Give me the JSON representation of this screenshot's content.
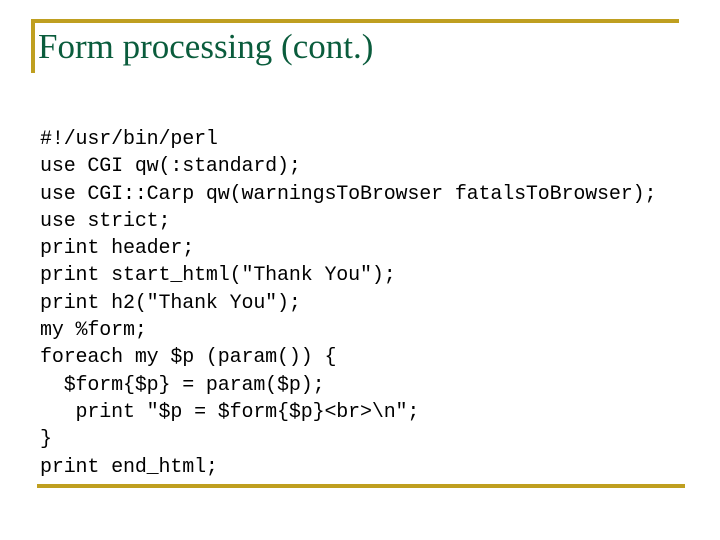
{
  "slide": {
    "title": "Form processing (cont.)",
    "accent_color": "#bf9f20",
    "title_color": "#0a5c3c",
    "code_color": "#000000",
    "background_color": "#ffffff"
  },
  "code": {
    "language": "perl",
    "lines": [
      "#!/usr/bin/perl",
      "use CGI qw(:standard);",
      "use CGI::Carp qw(warningsToBrowser fatalsToBrowser);",
      "use strict;",
      "print header;",
      "print start_html(\"Thank You\");",
      "print h2(\"Thank You\");",
      "my %form;",
      "foreach my $p (param()) {",
      "  $form{$p} = param($p);",
      "   print \"$p = $form{$p}<br>\\n\";",
      "}",
      "print end_html;"
    ]
  }
}
